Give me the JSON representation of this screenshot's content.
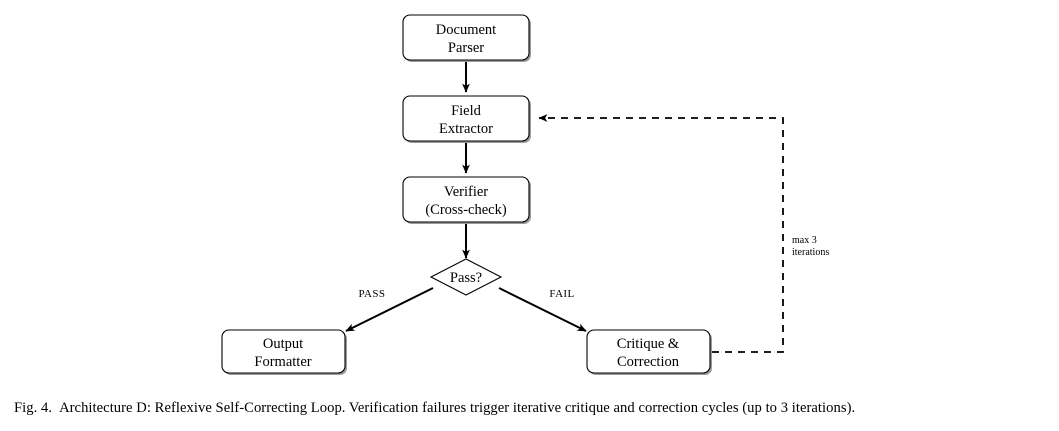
{
  "figure": {
    "caption_label": "Fig. 4.",
    "caption_text": "Architecture D: Reflexive Self-Correcting Loop. Verification failures trigger iterative critique and correction cycles (up to 3 iterations)."
  },
  "chart_data": {
    "type": "diagram",
    "title": "Architecture D: Reflexive Self-Correcting Loop",
    "nodes": [
      {
        "id": "document-parser",
        "shape": "rounded-rect",
        "line1": "Document",
        "line2": "Parser"
      },
      {
        "id": "field-extractor",
        "shape": "rounded-rect",
        "line1": "Field",
        "line2": "Extractor"
      },
      {
        "id": "verifier",
        "shape": "rounded-rect",
        "line1": "Verifier",
        "line2": "(Cross-check)"
      },
      {
        "id": "pass-decision",
        "shape": "diamond",
        "line1": "Pass?",
        "line2": ""
      },
      {
        "id": "output-formatter",
        "shape": "rounded-rect",
        "line1": "Output",
        "line2": "Formatter"
      },
      {
        "id": "critique-correction",
        "shape": "rounded-rect",
        "line1": "Critique &",
        "line2": "Correction"
      }
    ],
    "edges": [
      {
        "from": "document-parser",
        "to": "field-extractor",
        "label": "",
        "style": "solid"
      },
      {
        "from": "field-extractor",
        "to": "verifier",
        "label": "",
        "style": "solid"
      },
      {
        "from": "verifier",
        "to": "pass-decision",
        "label": "",
        "style": "solid"
      },
      {
        "from": "pass-decision",
        "to": "output-formatter",
        "label": "PASS",
        "style": "solid"
      },
      {
        "from": "pass-decision",
        "to": "critique-correction",
        "label": "FAIL",
        "style": "solid"
      },
      {
        "from": "critique-correction",
        "to": "field-extractor",
        "label": "max 3 iterations",
        "style": "dashed"
      }
    ],
    "labels": {
      "pass": "PASS",
      "fail": "FAIL",
      "loop_line1": "max 3",
      "loop_line2": "iterations"
    },
    "colors": {
      "stroke": "#000000",
      "fill": "#ffffff",
      "background": "#ffffff"
    }
  }
}
